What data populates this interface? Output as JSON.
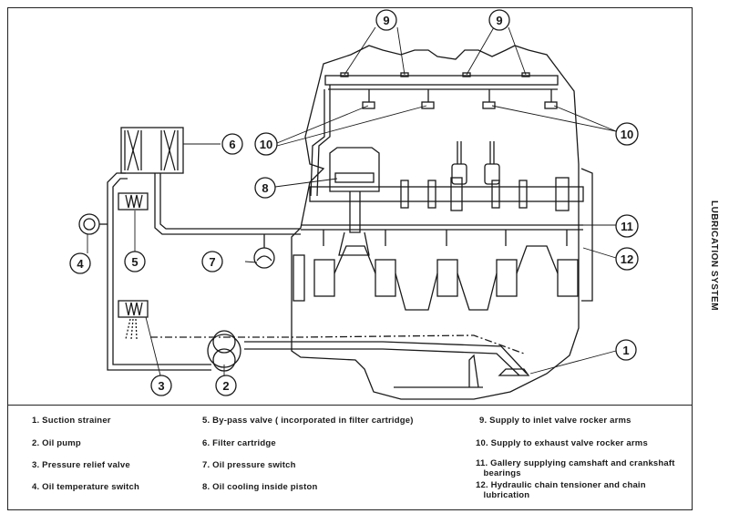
{
  "side_title": "LUBRICATION SYSTEM",
  "callouts": [
    "1",
    "2",
    "3",
    "4",
    "5",
    "6",
    "7",
    "8",
    "9",
    "9",
    "10",
    "10",
    "11",
    "12"
  ],
  "legend": [
    {
      "num": "1.",
      "text": "Suction strainer"
    },
    {
      "num": "2.",
      "text": "Oil pump"
    },
    {
      "num": "3.",
      "text": "Pressure relief valve"
    },
    {
      "num": "4.",
      "text": "Oil temperature switch"
    },
    {
      "num": "5.",
      "text": "By-pass valve ( incorporated in filter cartridge)"
    },
    {
      "num": "6.",
      "text": "Filter cartridge"
    },
    {
      "num": "7.",
      "text": "Oil pressure switch"
    },
    {
      "num": "8.",
      "text": "Oil cooling inside piston"
    },
    {
      "num": "9.",
      "text": "Supply to inlet valve rocker arms"
    },
    {
      "num": "10.",
      "text": "Supply to exhaust valve rocker arms"
    },
    {
      "num": "11.",
      "text": "Gallery supplying camshaft and crankshaft\n   bearings"
    },
    {
      "num": "12.",
      "text": "Hydraulic chain tensioner and chain\n   lubrication"
    }
  ]
}
